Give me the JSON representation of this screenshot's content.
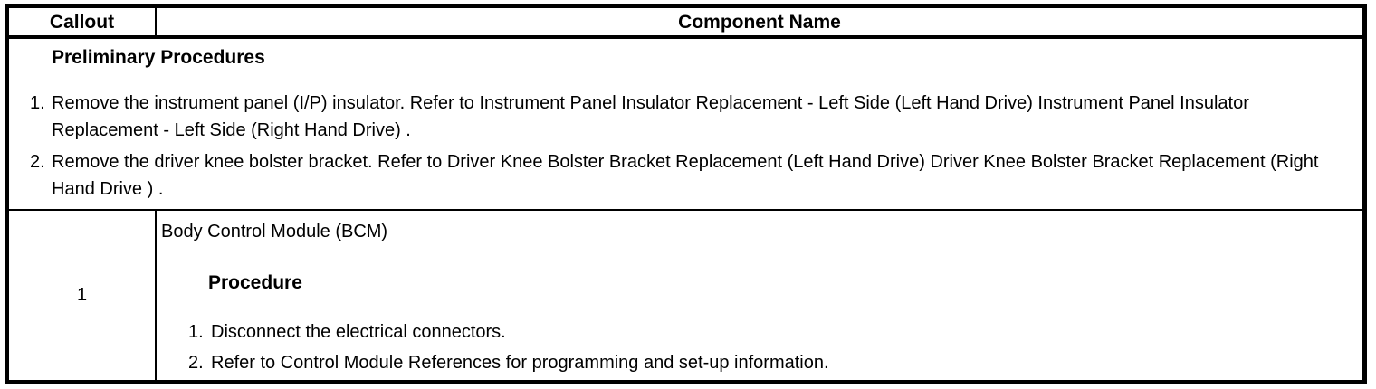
{
  "table": {
    "border_color": "#000000",
    "background_color": "#ffffff",
    "text_color": "#000000",
    "header": {
      "callout_label": "Callout",
      "component_label": "Component Name"
    },
    "preliminary": {
      "title": "Preliminary Procedures",
      "steps": [
        {
          "num": "1.",
          "text": "Remove the instrument panel (I/P) insulator. Refer to Instrument Panel Insulator Replacement - Left Side (Left Hand Drive) Instrument Panel Insulator Replacement - Left Side (Right Hand Drive) ."
        },
        {
          "num": "2.",
          "text": "Remove the driver knee bolster bracket. Refer to Driver Knee Bolster Bracket Replacement (Left Hand Drive) Driver Knee Bolster Bracket Replacement (Right Hand Drive ) ."
        }
      ]
    },
    "rows": [
      {
        "callout": "1",
        "component": "Body Control Module (BCM)",
        "procedure_label": "Procedure",
        "steps": [
          {
            "num": "1.",
            "text": "Disconnect the electrical connectors."
          },
          {
            "num": "2.",
            "text": "Refer to Control Module References for programming and set-up information."
          }
        ]
      }
    ]
  }
}
